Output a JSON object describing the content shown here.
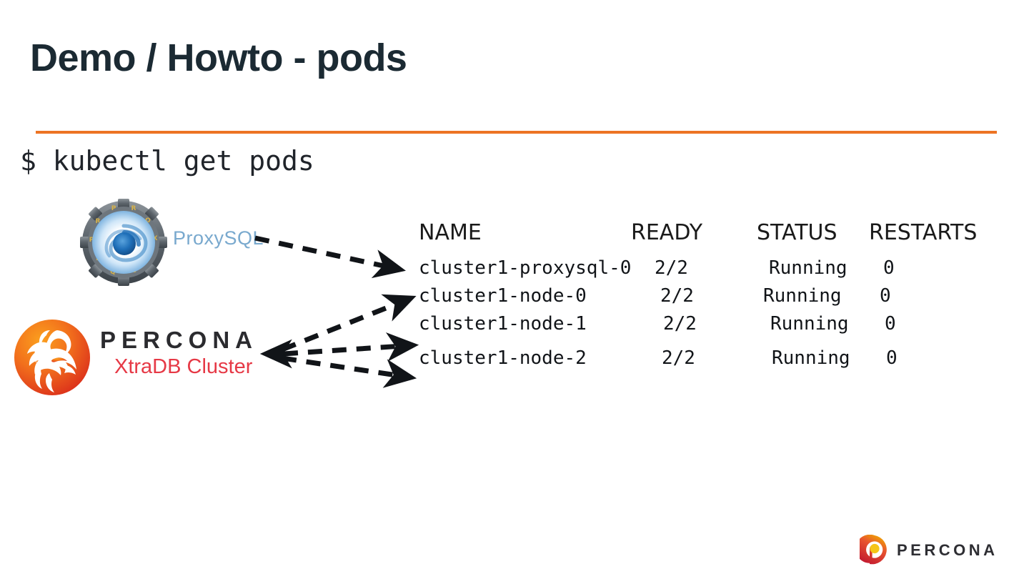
{
  "slide": {
    "title": "Demo / Howto - pods",
    "accent_color": "#ED7424",
    "background_color": "#FFFFFF",
    "title_color": "#1B2A33"
  },
  "terminal": {
    "prompt_command": "$ kubectl get pods"
  },
  "table": {
    "columns": [
      "NAME",
      "READY",
      "STATUS",
      "RESTARTS"
    ],
    "rows": [
      {
        "name": "cluster1-proxysql-0",
        "ready": "2/2",
        "status": "Running",
        "restarts": "0"
      },
      {
        "name": "cluster1-node-0",
        "ready": "2/2",
        "status": "Running",
        "restarts": "0"
      },
      {
        "name": "cluster1-node-1",
        "ready": "2/2",
        "status": "Running",
        "restarts": "0"
      },
      {
        "name": "cluster1-node-2",
        "ready": "2/2",
        "status": "Running",
        "restarts": "0"
      }
    ]
  },
  "proxysql": {
    "label": "ProxySQL",
    "label_color": "#79A9CE",
    "icon": "proxysql-gear-vortex-icon"
  },
  "percona_xtradb": {
    "wordmark": "PERCONA",
    "sub_wordmark": "XtraDB Cluster",
    "wordmark_color": "#2B2B2F",
    "sub_color": "#E63946",
    "icon": "percona-bison-icon"
  },
  "arrows": {
    "proxysql_to_row": "cluster1-proxysql-0",
    "percona_to_rows": [
      "cluster1-node-0",
      "cluster1-node-1",
      "cluster1-node-2"
    ],
    "style": "dashed-black-arrow"
  },
  "footer": {
    "brand": "PERCONA",
    "brand_color": "#2E2E33",
    "mark_colors": {
      "top": "#F0A800",
      "mid": "#E8542F",
      "bottom": "#C0152F",
      "dot": "#F5C518"
    },
    "icon": "percona-p-mark-icon"
  }
}
